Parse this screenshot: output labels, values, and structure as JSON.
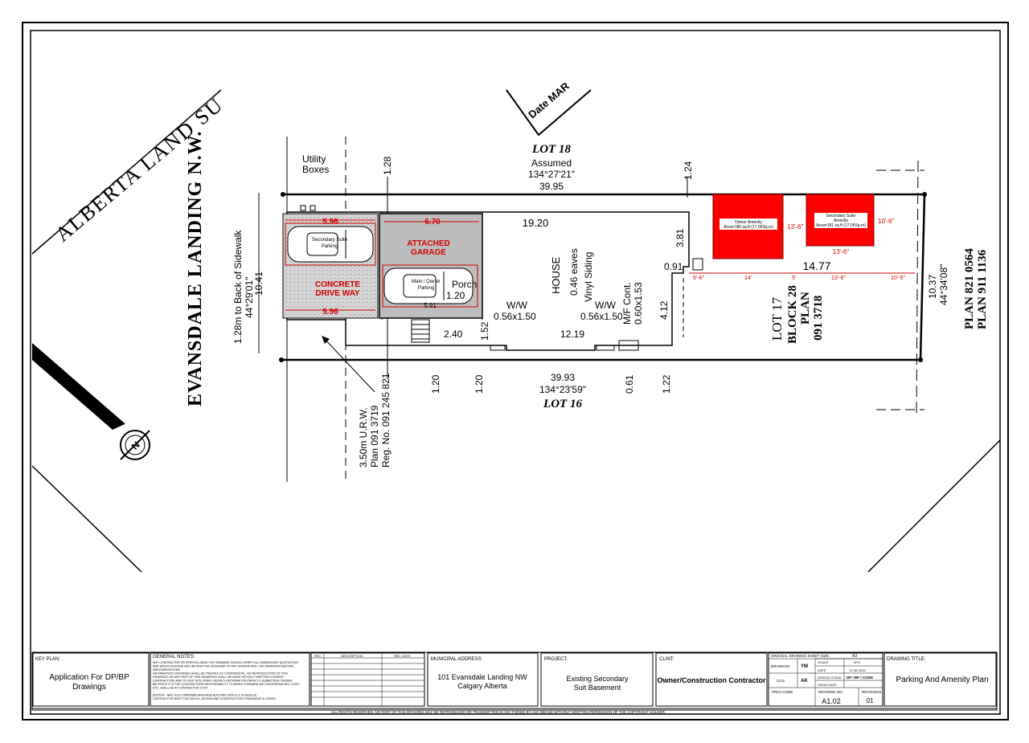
{
  "site": {
    "street_name": "EVANSDALE LANDING N.W.",
    "street_name_diag": "ALBERTA LAND SU",
    "north_symbol": "N",
    "sidewalk_note_1": "1.28m to Back of Sidewalk",
    "sidewalk_note_2": "44°29'01\"",
    "sidewalk_note_3": "10.41",
    "utility_1": "Utility",
    "utility_2": "Boxes",
    "urw_1": "3.50m U.R.W.",
    "urw_2": "Plan 091 3719",
    "urw_3": "Reg. No. 091 245 821",
    "top_lot": "LOT 18",
    "top_assumed": "Assumed",
    "top_bearing": "134°27'21\"",
    "top_length": "39.95",
    "top_dim_1": "1.28",
    "top_dim_2": "1.24",
    "bottom_lot": "LOT 16",
    "bottom_length": "39.93",
    "bottom_bearing": "134°23'59\"",
    "bottom_dims": [
      "1.20",
      "1.20",
      "0.61",
      "1.22"
    ],
    "house_dim": "19.20",
    "house_label": "HOUSE",
    "house_eaves": "0.46 eaves",
    "house_siding": "Vinyl Siding",
    "dim_381": "3.81",
    "dim_091": "0.91",
    "dim_412": "4.12",
    "dim_1219": "12.19",
    "dim_240": "2.40",
    "dim_152": "1.52",
    "ww1_a": "W/W",
    "ww1_b": "0.56x1.50",
    "ww2_a": "W/W",
    "ww2_b": "0.56x1.50",
    "mf_a": "M/F Cont.",
    "mf_b": "0.60x1.53",
    "porch": "Porch",
    "porch_dim": "1.20",
    "dim_1477": "14.77",
    "lot17_1": "LOT 17",
    "lot17_2": "BLOCK 28",
    "lot17_3": "PLAN",
    "lot17_4": "091 3718",
    "plan_1": "PLAN 821 0564",
    "plan_2": "PLAN 911 1136",
    "right_len": "10.37",
    "right_bearing": "44°34'08\"",
    "stamp_text": "Date MAR",
    "driveway_width_top": "5.96",
    "driveway_width_bottom": "5.96",
    "driveway_label_1": "CONCRETE",
    "driveway_label_2": "DRIVE WAY",
    "garage_width": "6.70",
    "garage_label_1": "ATTACHED",
    "garage_label_2": "GARAGE",
    "garage_inner_dim": "5.91",
    "sec_parking_1": "Secondary Suite",
    "sec_parking_2": "Parking",
    "main_parking_1": "Main / Owner",
    "main_parking_2": "Parking",
    "owner_amenity_1": "Owner Amenity",
    "owner_amenity_2": "Area=180 sq.ft (17.00Sq.m)",
    "owner_amenity_dim": "13'-6\"",
    "sec_amenity_1": "Secondary Suite",
    "sec_amenity_2": "Amenity",
    "sec_amenity_3": "Area=181 sq.ft (17.05Sq.m)",
    "sec_amenity_dim_h": "10'-6\"",
    "sec_amenity_dim_w": "13'-6\"",
    "bottom_amenity_dims": [
      "5'-6\"",
      "14'",
      "5'",
      "13'-6\"",
      "10'-5\""
    ]
  },
  "title_block": {
    "key_plan_label": "KEY PLAN:",
    "key_plan_value_1": "Application For DP/BP",
    "key_plan_value_2": "Drawings",
    "general_notes_label": "GENERAL NOTES:",
    "general_notes": [
      "ANY CONTRACTOR OR PERSON USING THIS DRAWING SHOULD VERIFY ALL DIMENSIONS QUOTATIONS",
      "AND SPECIFICATIONS AND INFORM THIS DESIGNER OF ANY ERRORS AND / OR OMISSIONS BEFORE",
      "IMPLEMENTATIONS.",
      "INFORMATION CONTAINED SHALL BE TREATED AS CONFIDENTIAL. NO REPRODUCTION OF THIS",
      "DRAWINGS OR ANY PART OF THIS DRAWINGS SHALL BE MADE WITHOUT WRITTEN CONSENT.",
      "CONTRACTORS AND TO VISIT SITE VERIFY DETAILS INFORMATION PRIOR TO SUBMITTING TENDER",
      "BID PRICE IT IS THE CONTRACTORS RESPONSIBILITY TO BRING FORWARD ANY DISCREPANCIES / COST",
      "ETC. SHALL BE AT CONTRACTOR COST.",
      "",
      "EDITION - NBC-2019 STANDARD AND BASE BUILDING SPECS & SCHEDULE.",
      "CONTRACTOR MUST FOLLOW ALL DESIGN AND CONSTRUCTION STANDARDS & CODES."
    ],
    "rev_header": [
      "REV.",
      "DESCRIPTION",
      "REV. DATE"
    ],
    "municipal_label": "MUNICIPAL ADDRESS:",
    "municipal_1": "101 Evansdale Landing NW",
    "municipal_2": "Calgary Alberta",
    "project_label": "PROJECT:",
    "project_1": "Existing Secondary",
    "project_2": "Suit Basement",
    "client_label": "CLINT:",
    "client_value": "Owner/Construction Contractor",
    "orig_sheet_label": "ORIGINAL DRAWING SHEET SIZE:",
    "orig_sheet_value": "A3",
    "drawn_by_label": "DRAWN BY",
    "drawn_by_value": "YM",
    "chk_label": "CCG",
    "chk_value": "AK",
    "scale_label": "SCALE",
    "scale_value": "NTS",
    "date_label": "DATE",
    "date_value": "17-08-2023",
    "stage_label": "DESIGN STAGE",
    "stage_value": "DP / BP / CONS",
    "issue_label": "ISSUE DATE",
    "issue_value": "-",
    "proj_code_label": "PROJ CODE",
    "drawing_no_label": "DRAWING NO:",
    "drawing_no_value": "A1.02",
    "revisions_label": "REVISIONS",
    "revisions_value": "01",
    "drawing_title_label": "DRAWING TITLE:",
    "drawing_title_value": "Parking And Amenity Plan",
    "copyright": "ALL RIGHTS RESERVED. NO PART OF THIS DRAWING MAY BE REPRODUCED OR TRANSMITTED IN ANY FORMS BY ANY MEANS WITHOUT WRITTEN PERMISSION OF THE COPYRIGHT HOLDER."
  },
  "colors": {
    "amenity_red": "#ff0000",
    "garage_gray": "#bdbdbd",
    "label_red": "#d40000"
  }
}
